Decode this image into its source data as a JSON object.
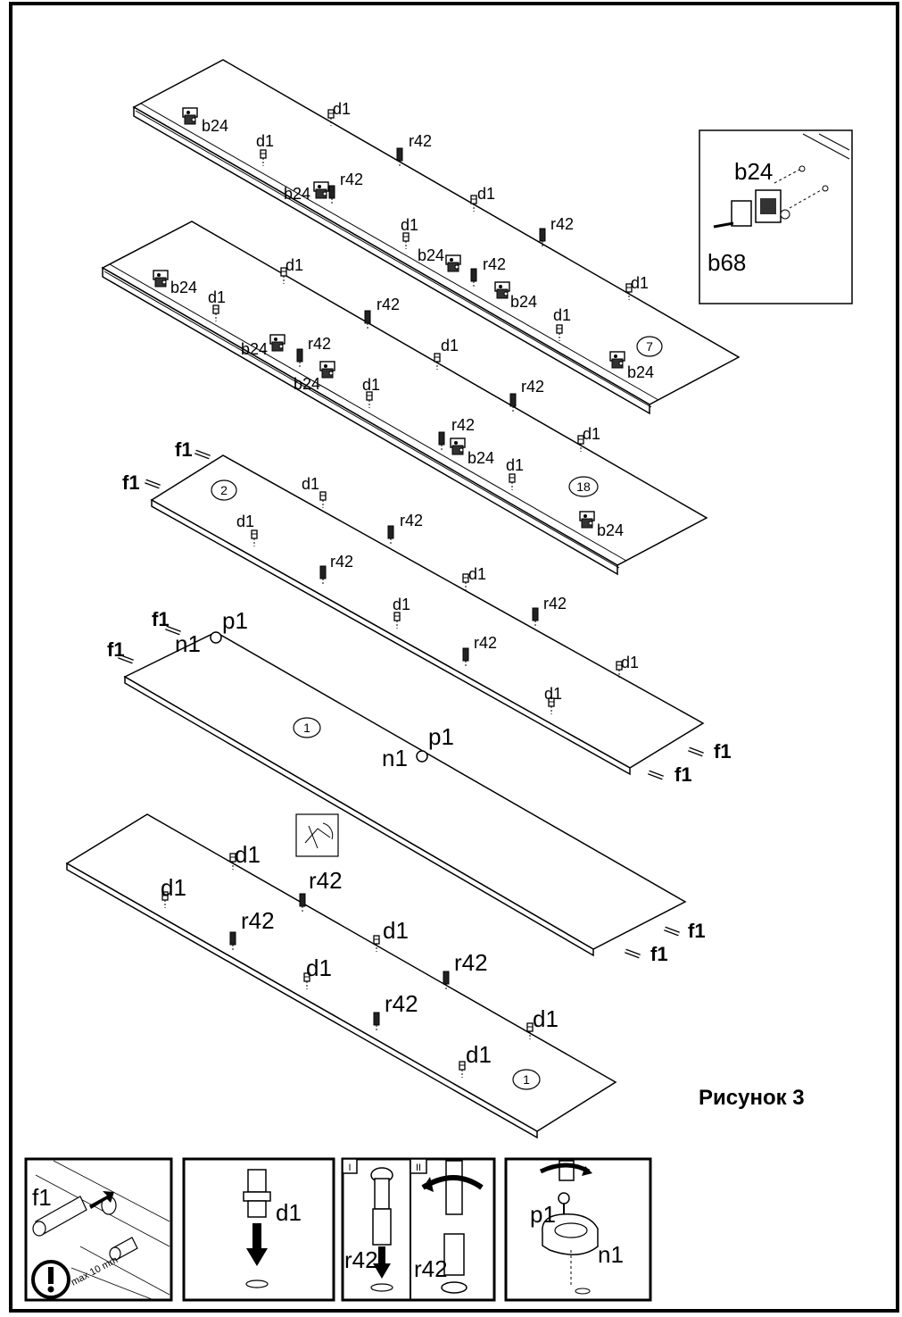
{
  "figure_title": "Рисунок 3",
  "labels": {
    "d1": "d1",
    "r42": "r42",
    "b24": "b24",
    "b68": "b68",
    "f1": "f1",
    "n1": "n1",
    "p1": "p1"
  },
  "panel_numbers": {
    "panel_7": "7",
    "panel_18": "18",
    "panel_2": "2",
    "panel_1a": "1",
    "panel_1b": "1"
  },
  "detail_boxes": {
    "dowel": {
      "label": "f1",
      "note": "max 10 mm"
    },
    "pin": {
      "label": "d1"
    },
    "cam": {
      "label": "r42",
      "step1": "I",
      "step2": "II"
    },
    "shelf_support": {
      "label_top": "p1",
      "label_bottom": "n1"
    }
  },
  "inset": {
    "label_top": "b24",
    "label_bottom": "b68"
  }
}
